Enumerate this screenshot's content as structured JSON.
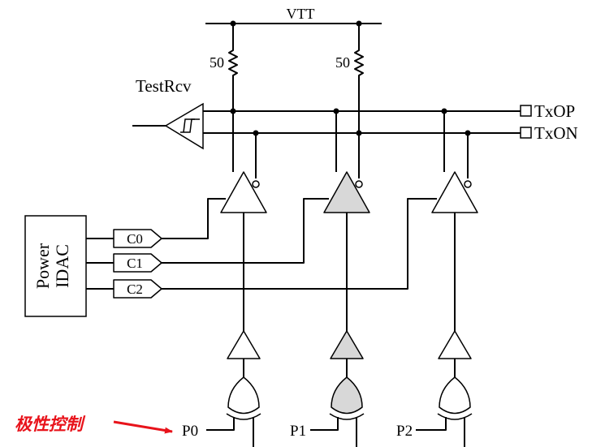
{
  "labels": {
    "vtt": "VTT",
    "resistor_left": "50",
    "resistor_right": "50",
    "test_receiver": "TestRcv",
    "txop": "TxOP",
    "txon": "TxON",
    "idac_line1": "Power",
    "idac_line2": "IDAC",
    "c0": "C0",
    "c1": "C1",
    "c2": "C2",
    "p0": "P0",
    "p1": "P1",
    "p2": "P2",
    "annotation": "极性控制"
  },
  "colors": {
    "line": "#000000",
    "highlight_fill": "#d8d8d8",
    "annotation": "#e8131b"
  }
}
